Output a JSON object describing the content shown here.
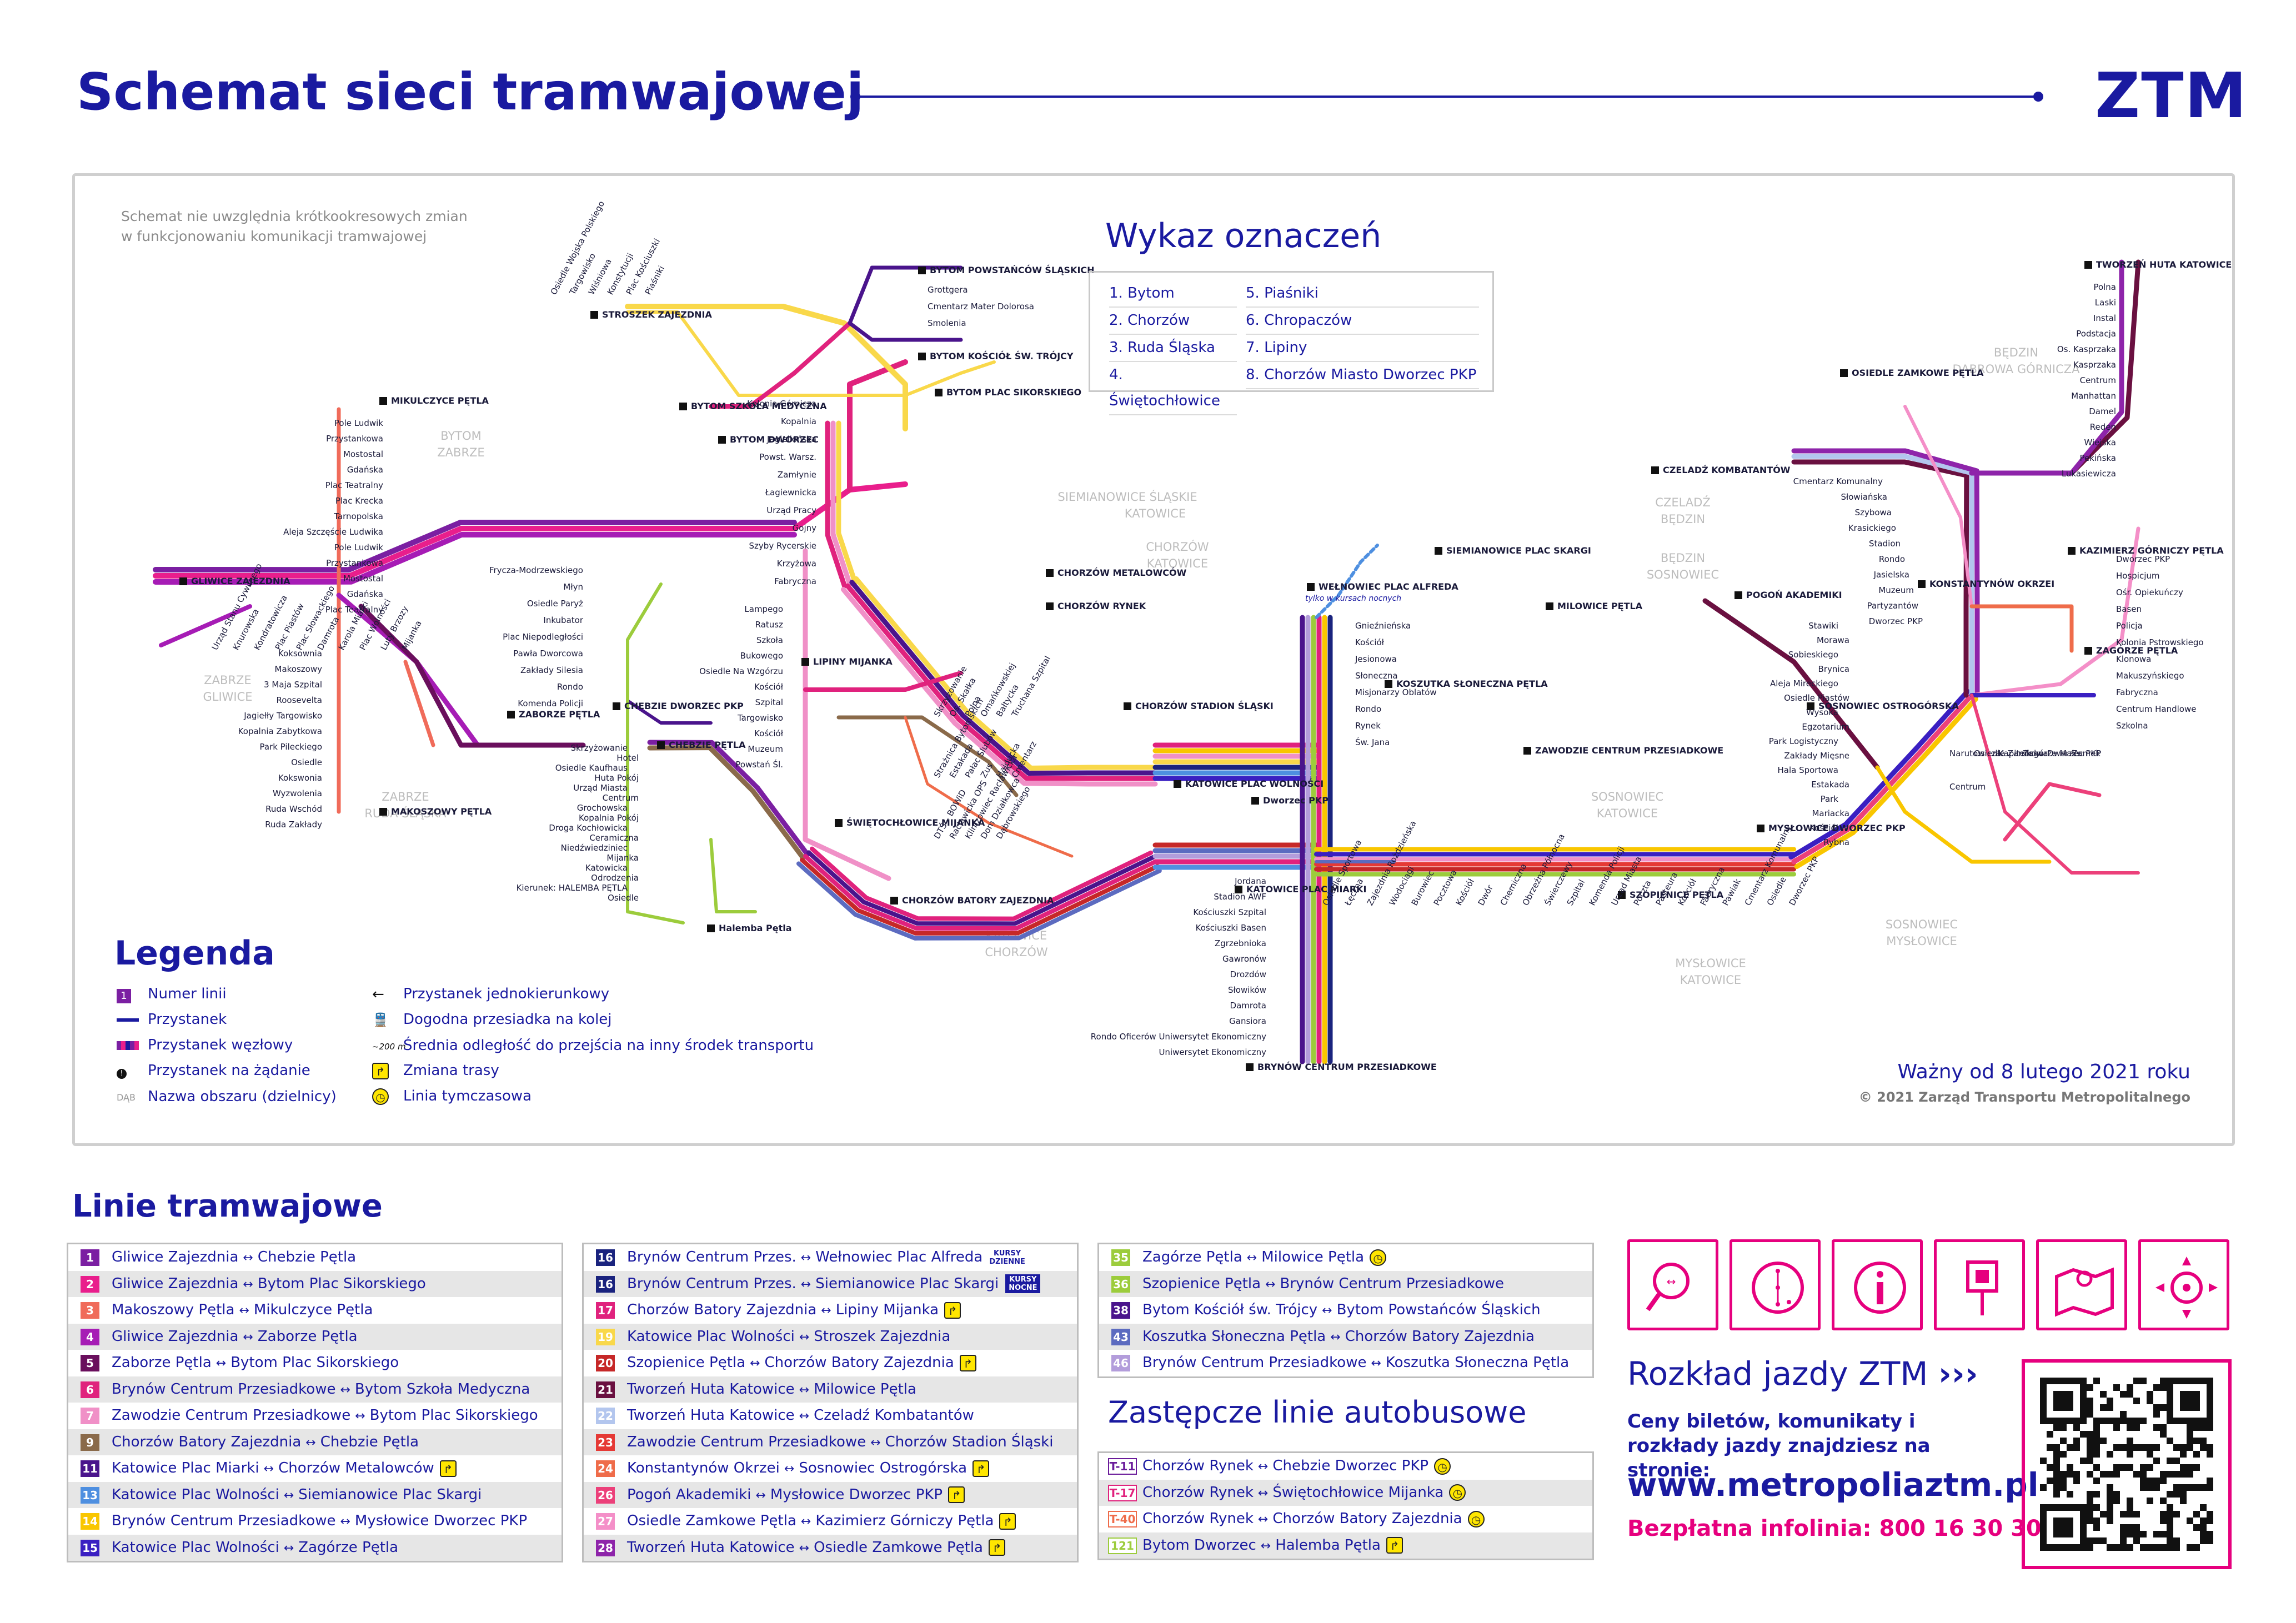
{
  "header": {
    "title": "Schemat sieci tramwajowej",
    "logo": "ZTM"
  },
  "map": {
    "note": "Schemat nie uwzględnia krótkookresowych zmian w funkcjonowaniu komunikacji tramwajowej",
    "wykaz_title": "Wykaz oznaczeń",
    "wykaz_left": [
      "1. Bytom",
      "2. Chorzów",
      "3. Ruda Śląska",
      "4. Świętochłowice"
    ],
    "wykaz_right": [
      "5. Piaśniki",
      "6. Chropaczów",
      "7. Lipiny",
      "8. Chorzów Miasto Dworzec PKP"
    ],
    "valid": "Ważny od 8 lutego 2021 roku",
    "copyright": "© 2021 Zarząd Transportu Metropolitalnego",
    "night_only": "tylko w kursach nocnych",
    "areas": [
      "BYTOM",
      "ZABRZE",
      "ZABRZE",
      "GLIWICE",
      "ZABRZE",
      "RUDA ŚLĄSKA",
      "SIEMIANOWICE ŚLĄSKIE",
      "KATOWICE",
      "CHORZÓW",
      "KATOWICE",
      "KATOWICE",
      "CHORZÓW",
      "BĘDZIN",
      "DĄBROWA GÓRNICZA",
      "CZELADŹ",
      "BĘDZIN",
      "BĘDZIN",
      "SOSNOWIEC",
      "SOSNOWIEC",
      "KATOWICE",
      "SOSNOWIEC",
      "MYSŁOWICE",
      "MYSŁOWICE",
      "KATOWICE"
    ],
    "terminals": [
      "STROSZEK ZAJEZDNIA",
      "BYTOM POWSTAŃCÓW ŚLĄSKICH",
      "BYTOM KOŚCIÓŁ ŚW. TRÓJCY",
      "BYTOM SZKOŁA MEDYCZNA",
      "MIKULCZYCE PĘTLA",
      "BYTOM PLAC SIKORSKIEGO",
      "BYTOM DWORZEC",
      "GLIWICE ZAJEZDNIA",
      "ZABORZE PĘTLA",
      "MAKOSZOWY PĘTLA",
      "CHEBZIE PĘTLA",
      "CHEBZIE DWORZEC PKP",
      "LIPINY MIJANKA",
      "ŚWIĘTOCHŁOWICE MIJANKA",
      "CHORZÓW BATORY ZAJEZDNIA",
      "CHORZÓW METALOWCÓW",
      "CHORZÓW RYNEK",
      "CHORZÓW STADION ŚLĄSKI",
      "SIEMIANOWICE PLAC SKARGI",
      "WEŁNOWIEC PLAC ALFREDA",
      "KOSZUTKA SŁONECZNA PĘTLA",
      "KATOWICE PLAC WOLNOŚCI",
      "Dworzec PKP",
      "KATOWICE PLAC MIARKI",
      "BRYNÓW CENTRUM PRZESIADKOWE",
      "ZAWODZIE CENTRUM PRZESIADKOWE",
      "SZOPIENICE PĘTLA",
      "MYSŁOWICE DWORZEC PKP",
      "MILOWICE PĘTLA",
      "POGOŃ AKADEMIKI",
      "SOSNOWIEC OSTROGÓRSKA",
      "KONSTANTYNÓW OKRZEI",
      "ZAGÓRZE PĘTLA",
      "KAZIMIERZ GÓRNICZY PĘTLA",
      "OSIEDLE ZAMKOWE PĘTLA",
      "CZELADŹ KOMBATANTÓW",
      "TWORZEŃ HUTA KATOWICE",
      "Halemba Pętla"
    ],
    "stops": [
      "Osiedle Wojska Polskiego",
      "Targowisko",
      "Wiśniowa",
      "Konstytucji",
      "Plac Kościuszki",
      "Piaśniki",
      "Pole Ludwik",
      "Przystankowa",
      "Mostostal",
      "Gdańska",
      "Plac Teatralny",
      "Plac Krecka",
      "Tarnopolska",
      "Aleja Szczęście Ludwika",
      "Pole Ludwik",
      "Przystankowa",
      "Mostostal",
      "Gdańska",
      "Plac Teatralny",
      "Kolonia Górnicza",
      "Kopalnia",
      "Jagiellońska",
      "Powst. Warsz.",
      "Zamłynie",
      "Łagiewnicka",
      "Urząd Pracy",
      "Gojny",
      "Szyby Rycerskie",
      "Krzyżowa",
      "Fabryczna",
      "Grottgera",
      "Cmentarz Mater Dolorosa",
      "Smolenia",
      "Lampego",
      "Ratusz",
      "Szkoła",
      "Bukowego",
      "Osiedle Na Wzgórzu",
      "Kościół",
      "Szpital",
      "Targowisko",
      "Kościół",
      "Muzeum",
      "Powstań Śl.",
      "Skrzyżowanie",
      "Os. Skałka",
      "Polna",
      "Omańkowskiej",
      "Bałtycka",
      "Truchana Szpital",
      "Strażnica Bytomskich",
      "Estakada",
      "Pałac Ślubów",
      "Zus",
      "Hajducka",
      "Cmentarz",
      "DTŚ – BOWiD",
      "Racławicka OPS",
      "Klimzowiec Racławicka",
      "Dom Działkowca",
      "Dąbrowskiego",
      "Frycza-Modrzewskiego",
      "Młyn",
      "Osiedle Paryż",
      "Inkubator",
      "Plac Niepodległości",
      "Pawła Dworcowa",
      "Zakłady Silesia",
      "Rondo",
      "Komenda Policji",
      "Skrzyżowanie",
      "Hotel",
      "Osiedle Kaufhaus",
      "Huta Pokój",
      "Urząd Miasta",
      "Centrum",
      "Grochowska",
      "Kopalnia Pokój",
      "Droga Kochłowicka",
      "Ceramiczna",
      "Niedźwiedziniec",
      "Mijanka",
      "Katowicka",
      "Odrodzenia",
      "Kierunek: HALEMBA PĘTLA",
      "Osiedle",
      "Koksownia",
      "Makoszowy",
      "3 Maja Szpital",
      "Roosevelta",
      "Jagiełły Targowisko",
      "Kopalnia Zabytkowa",
      "Park Pileckiego",
      "Osiedle",
      "Kokswonia",
      "Wyzwolenia",
      "Ruda Wschód",
      "Ruda Zakłady",
      "Urząd Stanu Cywilnego",
      "Knurowska",
      "Kondratowicza",
      "Plac Piastów",
      "Plac Słowackiego",
      "Damrota",
      "Karola Miarki",
      "Plac Wolności",
      "Luty Brzozy",
      "Mijanka",
      "Gnieźnieńska",
      "Kościół",
      "Jesionowa",
      "Słoneczna",
      "Misjonarzy Oblatów",
      "Rondo",
      "Rynek",
      "Św. Jana",
      "Jordana",
      "Stadion AWF",
      "Kościuszki Szpital",
      "Kościuszki Basen",
      "Zgrzebnioka",
      "Gawronów",
      "Drozdów",
      "Słowików",
      "Damrota",
      "Gansiora",
      "Rondo Oficerów Uniwersytet Ekonomiczny",
      "Uniwersytet Ekonomiczny",
      "Osiedle Sportowa",
      "Łęczna",
      "Zajezdnia Rożdzieńska",
      "Wodociągi",
      "Burowiec",
      "Pocztowa",
      "Kościół",
      "Dwór",
      "Chemiczna",
      "Obrzeźna Północna",
      "Świerczewy",
      "Szpital",
      "Komenda Policji",
      "Urząd Miasta",
      "Poczta",
      "Pasteura",
      "Kościół",
      "Fabryczna",
      "Pawiak",
      "Cmentarz Komunalny",
      "Osiedle",
      "Dworzec PKP",
      "Stawiki",
      "Morawa",
      "Sobieskiego",
      "Brynica",
      "Aleja Mireckiego",
      "Osiedle Piastów",
      "Wysoka",
      "Egzotarium",
      "Park Logistyczny",
      "Zakłady Mięsne",
      "Hala Sportowa",
      "Estakada",
      "Park",
      "Mariacka",
      "Kościół",
      "Rybna",
      "Cmentarz Komunalny",
      "Słowiańska",
      "Szybowa",
      "Krasickiego",
      "Stadion",
      "Rondo",
      "Jasielska",
      "Muzeum",
      "Partyzantów",
      "Dworzec PKP",
      "Polna",
      "Laski",
      "Instal",
      "Podstacja",
      "Os. Kasprzaka",
      "Kasprzaka",
      "Centrum",
      "Manhattan",
      "Damel",
      "Reden",
      "Wiejska",
      "Pekińska",
      "Lukasiewicza",
      "Dworzec PKP",
      "Hospicjum",
      "Ośr. Opiekuńczy",
      "Basen",
      "Policja",
      "Kolonia Pstrowskiego",
      "Klonowa",
      "Makuszyńskiego",
      "Fabryczna",
      "Centrum Handlowe",
      "Szkolna",
      "Narutowicza",
      "Osiedle Zamkowa",
      "Kapitelicko",
      "Zagórze Małe",
      "Dworzec PKP",
      "Zamek",
      "Centrum"
    ],
    "legend_title": "Legenda",
    "legend_left": [
      "Numer linii",
      "Przystanek",
      "Przystanek węzłowy",
      "Przystanek na żądanie",
      "Nazwa obszaru (dzielnicy)"
    ],
    "legend_left_sym": [
      "1",
      "",
      "",
      "",
      "DĄB"
    ],
    "legend_right": [
      "Przystanek jednokierunkowy",
      "Dogodna przesiadka na kolej",
      "Średnia odległość do przejścia na inny środek transportu",
      "Zmiana trasy",
      "Linia tymczasowa"
    ],
    "legend_right_sym": [
      "",
      "",
      "~200 m",
      "",
      ""
    ]
  },
  "lines_section": {
    "title": "Linie tramwajowe",
    "col1": [
      {
        "num": "1",
        "color": "#7b1fa2",
        "from": "Gliwice Zajezdnia",
        "to": "Chebzie Pętla",
        "badge": ""
      },
      {
        "num": "2",
        "color": "#e91e8c",
        "from": "Gliwice Zajezdnia",
        "to": "Bytom Plac Sikorskiego",
        "badge": ""
      },
      {
        "num": "3",
        "color": "#f06b5a",
        "from": "Makoszowy Pętla",
        "to": "Mikulczyce Pętla",
        "badge": ""
      },
      {
        "num": "4",
        "color": "#a61cb5",
        "from": "Gliwice Zajezdnia",
        "to": "Zaborze Pętla",
        "badge": ""
      },
      {
        "num": "5",
        "color": "#6a0f5d",
        "from": "Zaborze Pętla",
        "to": "Bytom Plac Sikorskiego",
        "badge": ""
      },
      {
        "num": "6",
        "color": "#e0227d",
        "from": "Brynów Centrum Przesiadkowe",
        "to": "Bytom Szkoła Medyczna",
        "badge": ""
      },
      {
        "num": "7",
        "color": "#f090c7",
        "from": "Zawodzie Centrum Przesiadkowe",
        "to": "Bytom Plac Sikorskiego",
        "badge": ""
      },
      {
        "num": "9",
        "color": "#8a6a4a",
        "from": "Chorzów Batory Zajezdnia",
        "to": "Chebzie Pętla",
        "badge": ""
      },
      {
        "num": "11",
        "color": "#4a148c",
        "from": "Katowice Plac Miarki",
        "to": "Chorzów Metalowców",
        "badge": "change"
      },
      {
        "num": "13",
        "color": "#4e8fe0",
        "from": "Katowice Plac Wolności",
        "to": "Siemianowice Plac Skargi",
        "badge": ""
      },
      {
        "num": "14",
        "color": "#f9c600",
        "from": "Brynów Centrum Przesiadkowe",
        "to": "Mysłowice Dworzec PKP",
        "badge": ""
      },
      {
        "num": "15",
        "color": "#3a1fc2",
        "from": "Katowice Plac Wolności",
        "to": "Zagórze Pętla",
        "badge": ""
      }
    ],
    "col2": [
      {
        "num": "16",
        "color": "#1a237e",
        "from": "Brynów Centrum Przes.",
        "to": "Wełnowiec Plac Alfreda",
        "badge": "KURSY DZIENNE"
      },
      {
        "num": "16",
        "color": "#1a237e",
        "from": "Brynów Centrum Przes.",
        "to": "Siemianowice Plac Skargi",
        "badge": "KURSY NOCNE"
      },
      {
        "num": "17",
        "color": "#e0227d",
        "from": "Chorzów Batory Zajezdnia",
        "to": "Lipiny Mijanka",
        "badge": "change"
      },
      {
        "num": "19",
        "color": "#f9d84a",
        "from": "Katowice Plac Wolności",
        "to": "Stroszek Zajezdnia",
        "badge": ""
      },
      {
        "num": "20",
        "color": "#c62828",
        "from": "Szopienice Pętla",
        "to": "Chorzów Batory Zajezdnia",
        "badge": "change"
      },
      {
        "num": "21",
        "color": "#6a1040",
        "from": "Tworzeń Huta Katowice",
        "to": "Milowice Pętla",
        "badge": ""
      },
      {
        "num": "22",
        "color": "#b3c6ee",
        "from": "Tworzeń Huta Katowice",
        "to": "Czeladź Kombatantów",
        "badge": ""
      },
      {
        "num": "23",
        "color": "#e53935",
        "from": "Zawodzie Centrum Przesiadkowe",
        "to": "Chorzów Stadion Śląski",
        "badge": ""
      },
      {
        "num": "24",
        "color": "#ef6c4a",
        "from": "Konstantynów Okrzei",
        "to": "Sosnowiec Ostrogórska",
        "badge": "change"
      },
      {
        "num": "26",
        "color": "#ec407a",
        "from": "Pogoń Akademiki",
        "to": "Mysłowice Dworzec PKP",
        "badge": "change"
      },
      {
        "num": "27",
        "color": "#f48fc8",
        "from": "Osiedle Zamkowe Pętla",
        "to": "Kazimierz Górniczy Pętla",
        "badge": "change"
      },
      {
        "num": "28",
        "color": "#8e24aa",
        "from": "Tworzeń Huta Katowice",
        "to": "Osiedle Zamkowe Pętla",
        "badge": "change"
      }
    ],
    "col3": [
      {
        "num": "35",
        "color": "#9ccc3c",
        "from": "Zagórze Pętla",
        "to": "Milowice Pętla",
        "badge": "temp"
      },
      {
        "num": "36",
        "color": "#9ccc3c",
        "from": "Szopienice Pętla",
        "to": "Brynów Centrum Przesiadkowe",
        "badge": ""
      },
      {
        "num": "38",
        "color": "#4a148c",
        "from": "Bytom Kościół św. Trójcy",
        "to": "Bytom Powstańców Śląskich",
        "badge": ""
      },
      {
        "num": "43",
        "color": "#5c6bc0",
        "from": "Koszutka Słoneczna Pętla",
        "to": "Chorzów Batory Zajezdnia",
        "badge": ""
      },
      {
        "num": "46",
        "color": "#b39ddb",
        "from": "Brynów Centrum Przesiadkowe",
        "to": "Koszutka Słoneczna Pętla",
        "badge": ""
      }
    ],
    "bus_title": "Zastępcze linie autobusowe",
    "bus": [
      {
        "num": "T-11",
        "color": "#6a1b9a",
        "from": "Chorzów Rynek",
        "to": "Chebzie Dworzec PKP",
        "badge": "temp"
      },
      {
        "num": "T-17",
        "color": "#e0227d",
        "from": "Chorzów Rynek",
        "to": "Świętochłowice Mijanka",
        "badge": "temp"
      },
      {
        "num": "T-40",
        "color": "#ef6c4a",
        "from": "Chorzów Rynek",
        "to": "Chorzów Batory Zajezdnia",
        "badge": "temp"
      },
      {
        "num": "121",
        "color": "#9ccc3c",
        "from": "Bytom Dworzec",
        "to": "Halemba Pętla",
        "badge": "change"
      }
    ]
  },
  "info": {
    "title": "Rozkład jazdy ZTM",
    "arrows": "›››",
    "text": "Ceny biletów, komunikaty i rozkłady jazdy znajdziesz na stronie:",
    "url": "www.metropoliaztm.pl",
    "infoline_label": "Bezpłatna infolinia:",
    "infoline_number": "800 16 30 30",
    "icons": [
      "route-search-icon",
      "clock-icon",
      "info-icon",
      "stop-sign-icon",
      "map-icon",
      "navigation-icon"
    ]
  },
  "colors": {
    "brand": "#1a1aa0",
    "accent": "#e6007e",
    "frame": "#cfcfcf"
  }
}
